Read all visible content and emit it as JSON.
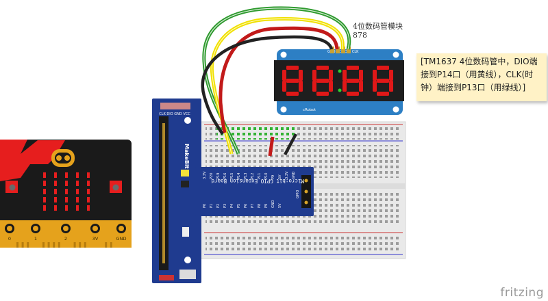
{
  "module_label": {
    "line1": "4位数码管模块",
    "line2": "878"
  },
  "note_text": "[TM1637 4位数码管中，DIO端接到P14口（用黄线），CLK(时钟）端接到P13口（用绿线）]",
  "display": {
    "digits": [
      "8",
      "8",
      "8",
      "8"
    ],
    "brand": "cRobot",
    "pins": "GND VCC DIO CLK"
  },
  "expansion_board": {
    "title": "Micro:bit GPIO Expansion Board",
    "brand": "MakeBit",
    "top_pins": [
      "3.3V",
      "P20",
      "P19",
      "P16",
      "P15",
      "P14",
      "P13",
      "P12",
      "P11",
      "P10",
      "P9",
      "5V",
      "3.3V",
      "GND"
    ],
    "bottom_pins": [
      "P0",
      "P1",
      "P2",
      "P3",
      "P4",
      "P5",
      "P6",
      "P7",
      "P8",
      "P9",
      "GND",
      "5V"
    ]
  },
  "microbit": {
    "pad_labels": [
      "0",
      "1",
      "2",
      "3V",
      "GND"
    ]
  },
  "watermark": "fritzing",
  "colors": {
    "wire_green": "#2e9a2e",
    "wire_yellow": "#f0e000",
    "wire_red": "#c21a1a",
    "wire_black": "#222222",
    "pcb_blue": "#1f3b8f",
    "seg_red": "#e01818",
    "microbit_black": "#1a1a1a",
    "microbit_red": "#e61e1e",
    "gold": "#e5a21c"
  }
}
